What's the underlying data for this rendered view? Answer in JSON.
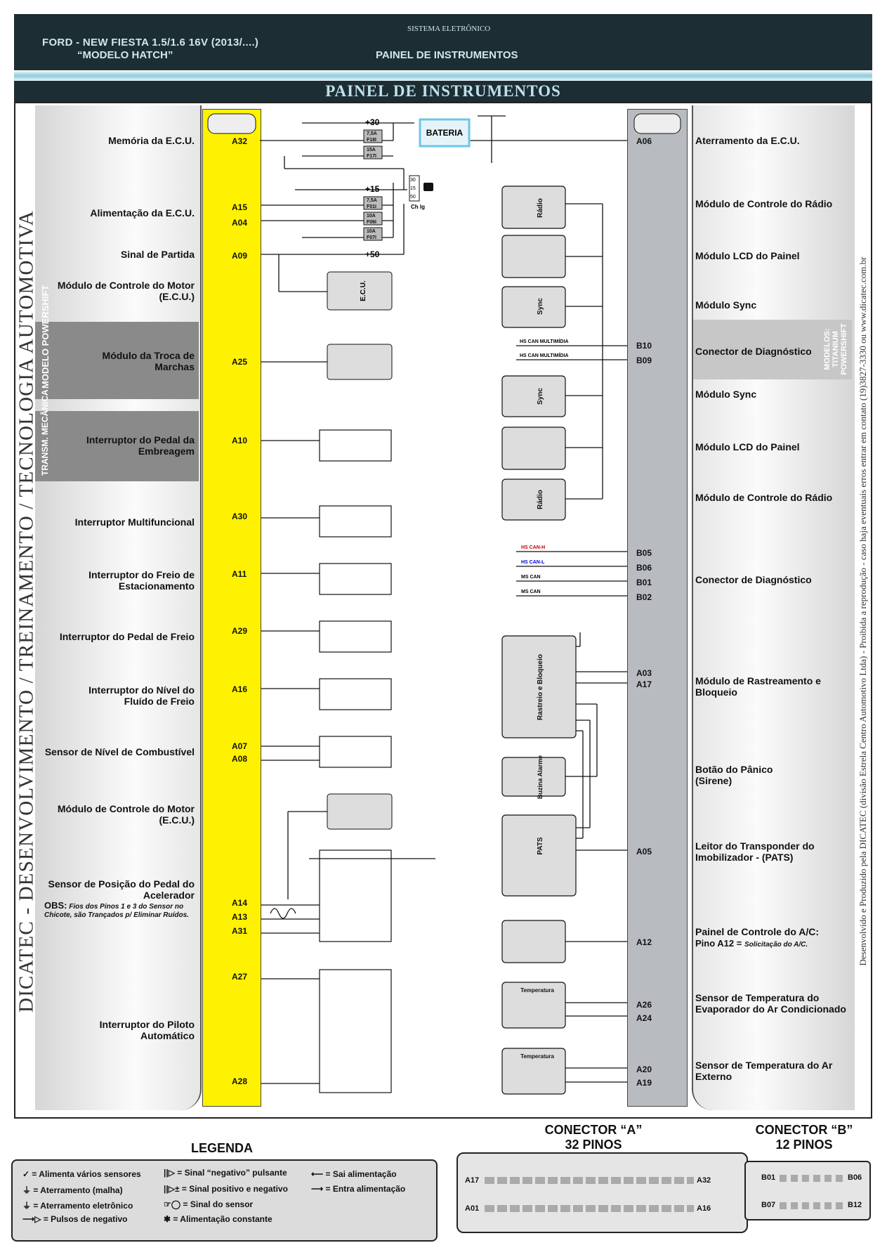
{
  "header": {
    "vehicle": "FORD - NEW FIESTA 1.5/1.6 16V (2013/....)",
    "model": "“MODELO HATCH”",
    "system": "SISTEMA ELETRÔNICO",
    "panel": "PAINEL DE INSTRUMENTOS",
    "banner": "PAINEL DE INSTRUMENTOS"
  },
  "side_text": {
    "left": "DICATEC - DESENVOLVIMENTO / TREINAMENTO / TECNOLOGIA AUTOMOTIVA",
    "right": "Desenvolvido e Produzido pela DICATEC (divisão Estrela Centro Automotivo Ltda) - Proibida a reprodução - caso haja eventuais erros entrar em contato (19)3827-3330 ou www.dicatec.com.br"
  },
  "left_labels": [
    {
      "text": "Memória da E.C.U.",
      "pin": "A32"
    },
    {
      "text": "Alimentação da E.C.U.",
      "pin": "A15"
    },
    {
      "text": "",
      "pin": "A04"
    },
    {
      "text": "Sinal de Partida",
      "pin": "A09"
    },
    {
      "text": "Módulo de Controle do Motor (E.C.U.)",
      "pin": ""
    },
    {
      "text": "Módulo da Troca de Marchas",
      "pin": "A25"
    },
    {
      "text": "Interruptor do Pedal da Embreagem",
      "pin": "A10"
    },
    {
      "text": "Interruptor Multifuncional",
      "pin": "A30"
    },
    {
      "text": "Interruptor do Freio de Estacionamento",
      "pin": "A11"
    },
    {
      "text": "Interruptor do Pedal de Freio",
      "pin": "A29"
    },
    {
      "text": "Interruptor do Nível do Fluído de Freio",
      "pin": "A16"
    },
    {
      "text": "Sensor de Nível de Combustível",
      "pin": "A07"
    },
    {
      "text": "",
      "pin": "A08"
    },
    {
      "text": "Módulo de Controle do Motor (E.C.U.)",
      "pin": ""
    },
    {
      "text": "Sensor de Posição do Pedal do Acelerador",
      "pin": "A14"
    },
    {
      "text": "",
      "pin": "A13"
    },
    {
      "text": "",
      "pin": "A31"
    },
    {
      "text": "Interruptor do Piloto Automático",
      "pin": "A27"
    },
    {
      "text": "",
      "pin": "A28"
    }
  ],
  "obs": {
    "title": "OBS:",
    "text": "Fios dos Pinos 1 e 3 do Sensor no Chicote, são Trançados p/ Eliminar Ruídos."
  },
  "bands": {
    "powershift": "MODELO POWERSHIFT",
    "manual": "TRANSM. MECÂNICA",
    "titanium": "MODELOS: TITANIUM POWERSHIFT"
  },
  "right_labels": [
    {
      "text": "Aterramento da E.C.U.",
      "pin": "A06"
    },
    {
      "text": "Módulo de Controle do Rádio",
      "pin": ""
    },
    {
      "text": "Módulo LCD do Painel",
      "pin": ""
    },
    {
      "text": "Módulo Sync",
      "pin": ""
    },
    {
      "text": "Conector de Diagnóstico",
      "pin": "B10"
    },
    {
      "text": "",
      "pin": "B09"
    },
    {
      "text": "Módulo Sync",
      "pin": ""
    },
    {
      "text": "Módulo LCD do Painel",
      "pin": ""
    },
    {
      "text": "Módulo de Controle do Rádio",
      "pin": ""
    },
    {
      "text": "Conector de Diagnóstico",
      "pin": "B05"
    },
    {
      "text": "",
      "pin": "B06"
    },
    {
      "text": "",
      "pin": "B01"
    },
    {
      "text": "",
      "pin": "B02"
    },
    {
      "text": "Módulo de Rastreamento e Bloqueio",
      "pin": "A03"
    },
    {
      "text": "",
      "pin": "A17"
    },
    {
      "text": "Botão do Pânico (Sirene)",
      "pin": ""
    },
    {
      "text": "Leitor do Transponder do Imobilizador - (PATS)",
      "pin": "A05"
    },
    {
      "text": "Painel de Controle do A/C:",
      "pin": "A12"
    },
    {
      "text": "Sensor de Temperatura do Evaporador do Ar Condicionado",
      "pin": "A26"
    },
    {
      "text": "",
      "pin": "A24"
    },
    {
      "text": "Sensor de Temperatura do Ar Externo",
      "pin": "A20"
    },
    {
      "text": "",
      "pin": "A19"
    }
  ],
  "ac_note": {
    "pin": "Pino A12 =",
    "text": "Solicitação do A/C."
  },
  "battery": "BATERIA",
  "ignition": {
    "label": "Ch Ig",
    "t30": "30",
    "t15": "15",
    "t50": "50"
  },
  "rails": [
    "+30",
    "+15",
    "+50"
  ],
  "fuses": [
    {
      "amp": "7,5A",
      "id": "F18I"
    },
    {
      "amp": "15A",
      "id": "F17I"
    },
    {
      "amp": "7,5A",
      "id": "F01I"
    },
    {
      "amp": "10A",
      "id": "F06I"
    },
    {
      "amp": "10A",
      "id": "F07I"
    }
  ],
  "modules": {
    "radio": "Rádio",
    "sync": "Sync",
    "ecu": "E.C.U.",
    "rastreio": "Rastreio e Bloqueio",
    "buzina": "Buzina Alarme",
    "pats": "PATS",
    "temp": "Temperatura"
  },
  "can": {
    "hs": "HS CAN MULTIMÍDIA",
    "hsh": "HS CAN-H",
    "hsl": "HS CAN-L",
    "ms": "MS CAN"
  },
  "legend": {
    "title": "LEGENDA",
    "items": [
      "= Alimenta vários sensores",
      "= Sinal “negativo” pulsante",
      "= Sai alimentação",
      "= Aterramento (malha)",
      "= Sinal positivo e negativo",
      "= Entra alimentação",
      "= Aterramento eletrônico",
      "= Sinal do sensor",
      "= Pulsos de negativo",
      "= Alimentação constante"
    ]
  },
  "connector_a": {
    "title": "CONECTOR “A”",
    "pins": "32 PINOS",
    "tl": "A17",
    "tr": "A32",
    "bl": "A01",
    "br": "A16"
  },
  "connector_b": {
    "title": "CONECTOR “B”",
    "pins": "12 PINOS",
    "tl": "B01",
    "tr": "B06",
    "bl": "B07",
    "br": "B12"
  }
}
